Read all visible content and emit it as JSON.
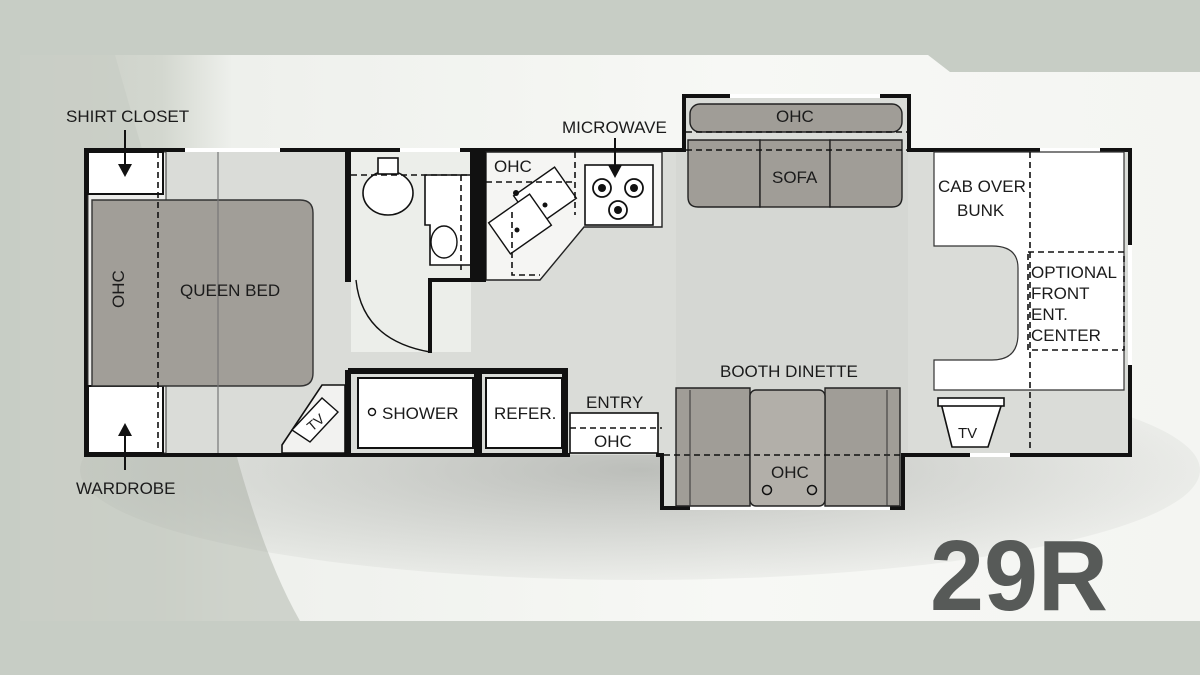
{
  "model": "29R",
  "labels": {
    "shirt_closet": "SHIRT CLOSET",
    "wardrobe": "WARDROBE",
    "bed_ohc": "OHC",
    "queen_bed": "QUEEN BED",
    "kitchen_ohc": "OHC",
    "microwave": "MICROWAVE",
    "sofa_ohc": "OHC",
    "sofa": "SOFA",
    "cab_over_1": "CAB OVER",
    "cab_over_2": "BUNK",
    "optional_1": "OPTIONAL",
    "optional_2": "FRONT",
    "optional_3": "ENT.",
    "optional_4": "CENTER",
    "booth_dinette": "BOOTH DINETTE",
    "dinette_ohc": "OHC",
    "entry": "ENTRY",
    "entry_ohc": "OHC",
    "shower": "SHOWER",
    "refer": "REFER.",
    "tv_rear": "TV",
    "tv_front": "TV"
  },
  "colors": {
    "background": "#c7cdc5",
    "floor": "#dadcd8",
    "furniture": "#a09d97",
    "wall": "#111111",
    "model_text": "#575a58"
  }
}
